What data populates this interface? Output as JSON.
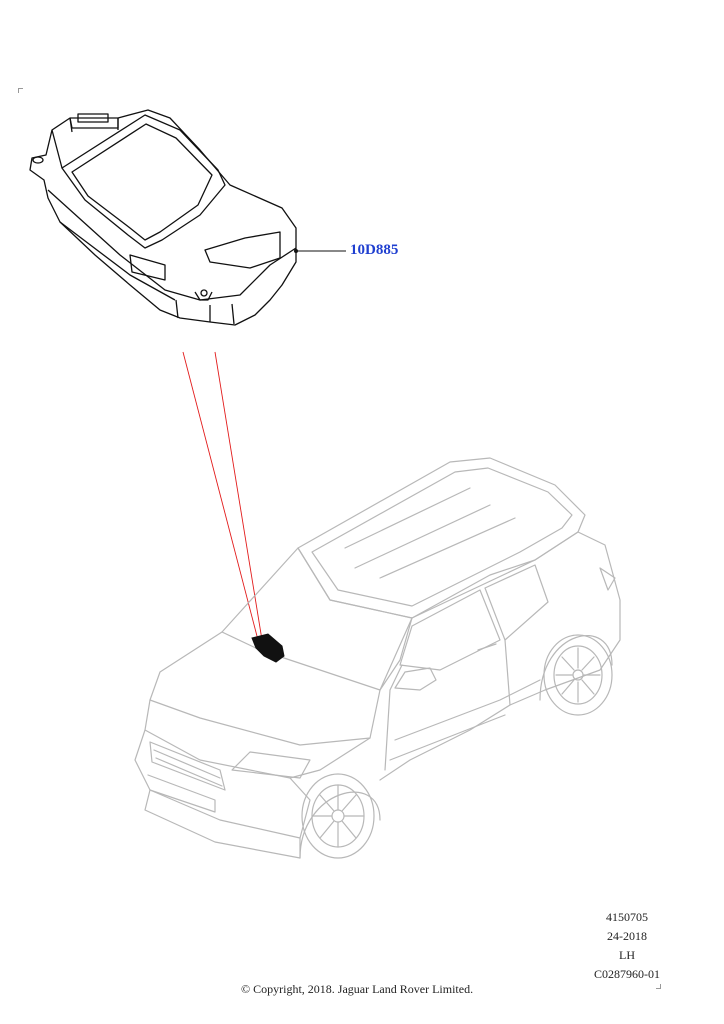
{
  "callout": {
    "part_number": "10D885"
  },
  "meta": {
    "code": "4150705",
    "date": "24-2018",
    "side": "LH",
    "drawing": "C0287960-01"
  },
  "copyright": "© Copyright, 2018. Jaguar Land Rover Limited.",
  "colors": {
    "callout": "#1f3fd0",
    "leader_lines": "#e21b1b",
    "vehicle_outline": "#b8b8b8",
    "part_outline": "#111111"
  }
}
